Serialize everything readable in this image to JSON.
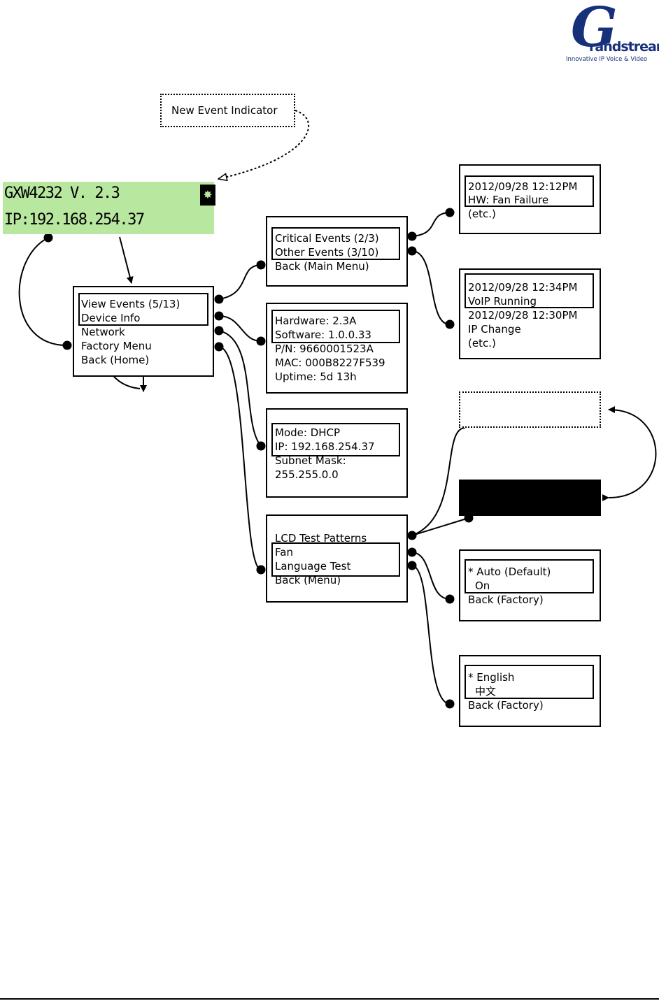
{
  "logo": {
    "letter": "G",
    "wordmark": "randstream",
    "tagline": "Innovative IP Voice & Video"
  },
  "indicator_label": "New Event Indicator",
  "lcd": {
    "line1": "GXW4232 V. 2.3",
    "line2": "IP:192.168.254.37",
    "indicator_icon": "sun-icon"
  },
  "main_menu": [
    "View Events (5/13)",
    "Device Info",
    "Network",
    "Factory Menu",
    "Back (Home)"
  ],
  "events_menu": [
    "Critical Events (2/3)",
    "Other Events (3/10)",
    "Back (Main Menu)"
  ],
  "critical_events": [
    "2012/09/28 12:12PM",
    "HW: Fan Failure",
    "(etc.)"
  ],
  "other_events": [
    "2012/09/28 12:34PM",
    "VoIP Running",
    "2012/09/28 12:30PM",
    "IP Change",
    "(etc.)"
  ],
  "device_info": [
    "Hardware: 2.3A",
    "Software: 1.0.0.33",
    "P/N: 9660001523A",
    "MAC: 000B8227F539",
    "Uptime: 5d 13h"
  ],
  "network_info": [
    "Mode: DHCP",
    "IP: 192.168.254.37",
    "Subnet Mask:",
    "255.255.0.0"
  ],
  "factory_menu": [
    "LCD Test Patterns",
    "Fan",
    "Language Test",
    "Back (Menu)"
  ],
  "fan_menu": [
    "* Auto (Default)",
    "On",
    "Back (Factory)"
  ],
  "language_menu": [
    "* English",
    "中文",
    "Back (Factory)"
  ],
  "colors": {
    "lcd_background": "#b8e8a0",
    "logo_blue": "#17307a",
    "ink": "#000000"
  }
}
